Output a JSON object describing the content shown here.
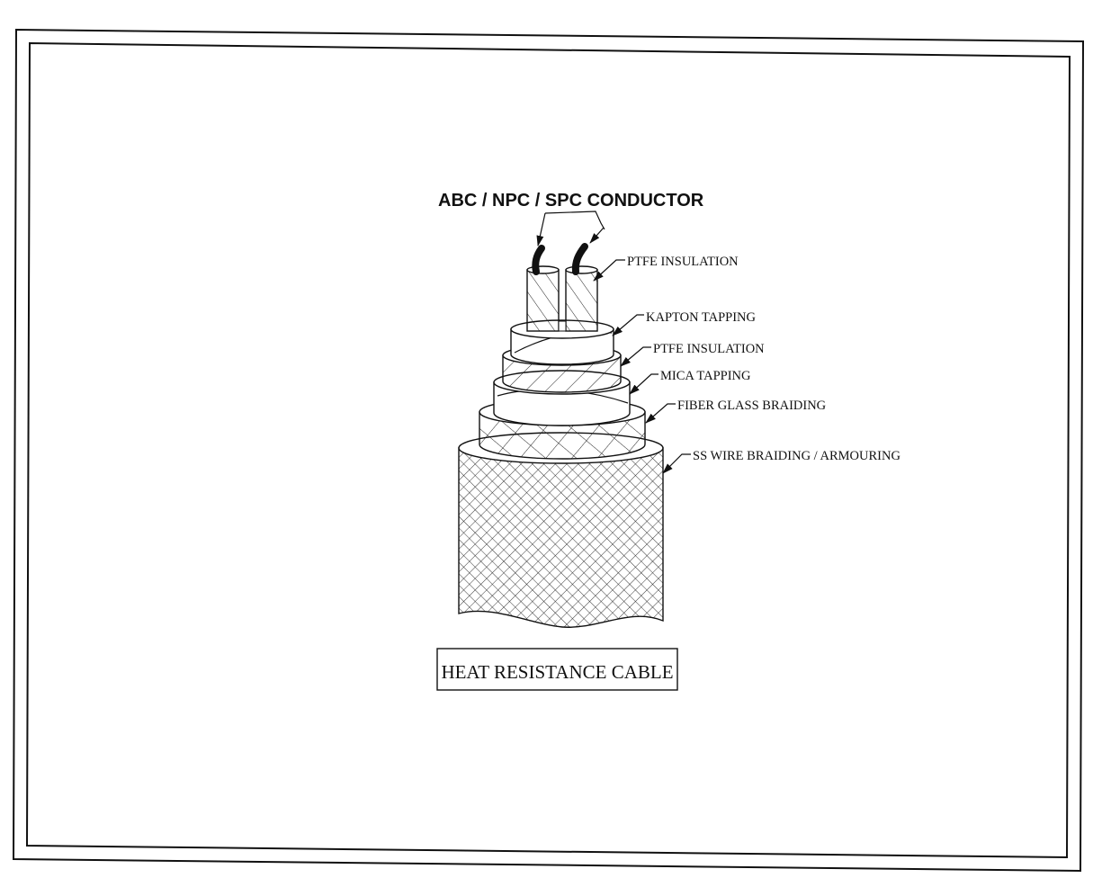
{
  "diagram": {
    "conductor_label": "ABC / NPC / SPC CONDUCTOR",
    "layers": [
      {
        "id": "ptfe-insulation-inner",
        "label": "PTFE INSULATION"
      },
      {
        "id": "kapton-tapping",
        "label": "KAPTON TAPPING"
      },
      {
        "id": "ptfe-insulation-outer",
        "label": "PTFE INSULATION"
      },
      {
        "id": "mica-tapping",
        "label": "MICA TAPPING"
      },
      {
        "id": "fiber-glass-braiding",
        "label": "FIBER GLASS BRAIDING"
      },
      {
        "id": "ss-wire-braiding",
        "label": "SS WIRE BRAIDING / ARMOURING"
      }
    ],
    "title": "HEAT RESISTANCE CABLE"
  }
}
